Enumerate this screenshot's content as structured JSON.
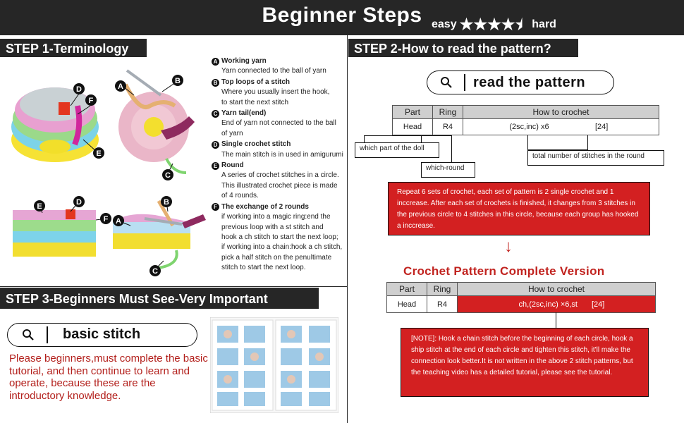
{
  "header": {
    "title": "Beginner Steps",
    "easy": "easy",
    "hard": "hard",
    "rating": 4.5,
    "stars_total": 5
  },
  "step1": {
    "title": "STEP 1-Terminology",
    "image_labels": [
      "D",
      "F",
      "E",
      "A",
      "B",
      "C",
      "E",
      "D",
      "F",
      "A",
      "B",
      "C"
    ],
    "legend": [
      {
        "badge": "A",
        "title": "Working yarn",
        "lines": [
          "Yarn connected to the ball of yarn"
        ]
      },
      {
        "badge": "B",
        "title": "Top loops of a stitch",
        "lines": [
          "Where you usually insert the hook,",
          " to start the next stitch"
        ]
      },
      {
        "badge": "C",
        "title": "Yarn tail(end)",
        "lines": [
          "End of yarn not connected to the ball",
          "of yarn"
        ]
      },
      {
        "badge": "D",
        "title": "Single crochet stitch",
        "lines": [
          "The main stitch is in used in amigurumi"
        ]
      },
      {
        "badge": "E",
        "title": "Round",
        "lines": [
          "A series of crochet stitches in a circle.",
          "This illustrated crochet piece is made",
          "of 4 rounds."
        ]
      },
      {
        "badge": "F",
        "title": "The exchange of 2 rounds",
        "lines": [
          "if working into a magic ring:end the",
          "previous loop with a st stitch and",
          "hook a ch stitch to start the next loop;",
          "if working into a chain:hook a ch stitch,",
          "pick a half stitch on the penultimate",
          "stitch to start the next loop."
        ]
      }
    ]
  },
  "step2": {
    "title": "STEP 2-How to read the pattern?",
    "search_text": "read the pattern",
    "table1": {
      "headers": [
        "Part",
        "Ring",
        "How to crochet"
      ],
      "row": [
        "Head",
        "R4",
        "(2sc,inc) x6",
        "[24]"
      ]
    },
    "callouts": {
      "part": "which part of the doll",
      "ring": "which-round",
      "total": "total number of stitches in the round"
    },
    "explanation": "Repeat 6 sets of crochet, each set of pattern is 2 single crochet and 1 inccrease. After each set of crochets is finished, it changes from 3 stitches in the previous circle to 4 stitches in this circle, because each group has hooked a inccrease.",
    "arrow": "↓",
    "complete_title": "Crochet Pattern Complete Version",
    "table2": {
      "headers": [
        "Part",
        "Ring",
        "How to crochet"
      ],
      "row": [
        "Head",
        "R4",
        "ch,(2sc,inc) ×6,st",
        "[24]"
      ]
    },
    "note": "[NOTE]: Hook a chain stitch before the beginning of each circle, hook a ship stitch at the end of each circle and tighten this stitch, it'll make the connection look better.It is not written in the above 2 stitch patterns, but the teaching video has a detailed tutorial, please see the tutorial."
  },
  "step3": {
    "title": "STEP 3-Beginners Must See-Very Important",
    "search_text": "basic stitch",
    "text": "Please beginners,must complete the basic tutorial, and then continue to learn and operate, because these are the introductory knowledge."
  },
  "colors": {
    "dark": "#262626",
    "red": "#d32021",
    "accent_text": "#c1231f",
    "table_header": "#cfcfcf"
  }
}
